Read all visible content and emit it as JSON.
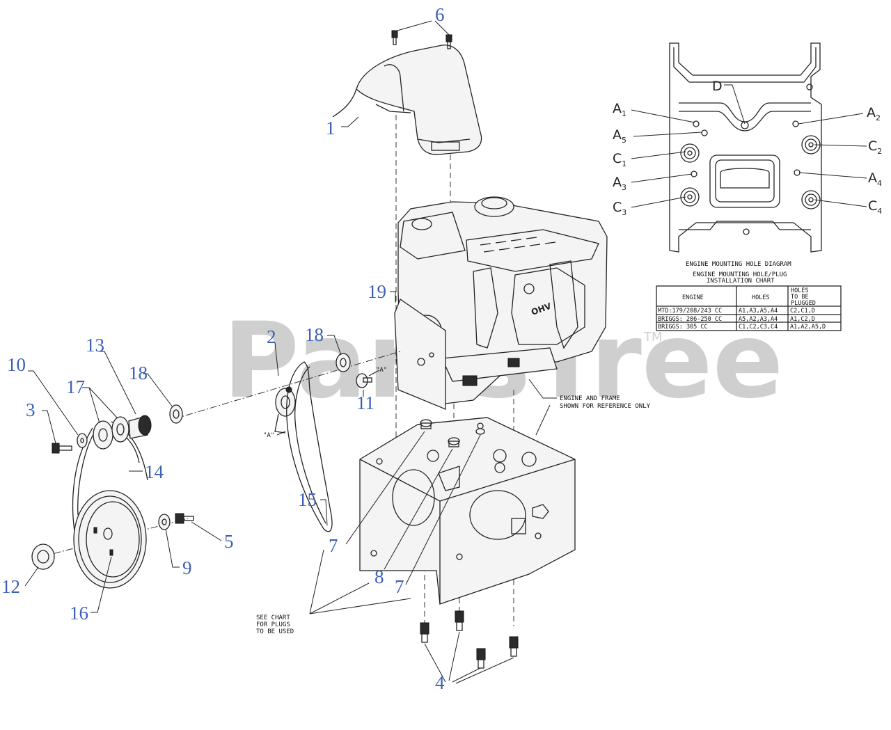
{
  "accent_color": "#3c5fb8",
  "watermark": {
    "text": "PartsTree",
    "tm": "TM",
    "color": "#c9c9c9"
  },
  "callouts": [
    {
      "id": "1",
      "text": "1"
    },
    {
      "id": "2",
      "text": "2"
    },
    {
      "id": "3",
      "text": "3"
    },
    {
      "id": "4",
      "text": "4"
    },
    {
      "id": "5",
      "text": "5"
    },
    {
      "id": "6",
      "text": "6"
    },
    {
      "id": "7a",
      "text": "7"
    },
    {
      "id": "7b",
      "text": "7"
    },
    {
      "id": "8",
      "text": "8"
    },
    {
      "id": "9",
      "text": "9"
    },
    {
      "id": "10",
      "text": "10"
    },
    {
      "id": "11",
      "text": "11"
    },
    {
      "id": "12",
      "text": "12"
    },
    {
      "id": "13",
      "text": "13"
    },
    {
      "id": "14",
      "text": "14"
    },
    {
      "id": "15",
      "text": "15"
    },
    {
      "id": "16",
      "text": "16"
    },
    {
      "id": "17",
      "text": "17"
    },
    {
      "id": "18a",
      "text": "18"
    },
    {
      "id": "18b",
      "text": "18"
    },
    {
      "id": "19",
      "text": "19"
    }
  ],
  "notes": {
    "ref_a1": "\"A\"",
    "ref_a2": "\"A\"",
    "engine_frame_line1": "ENGINE AND FRAME",
    "engine_frame_line2": "SHOWN FOR REFERENCE ONLY",
    "see_chart_line1": "SEE CHART",
    "see_chart_line2": "FOR PLUGS",
    "see_chart_line3": "TO BE USED",
    "engine_badge": "OHV"
  },
  "hole_diagram": {
    "title": "ENGINE MOUNTING HOLE DIAGRAM",
    "labels": [
      {
        "id": "D",
        "base": "D",
        "sub": ""
      },
      {
        "id": "A1",
        "base": "A",
        "sub": "1"
      },
      {
        "id": "A2",
        "base": "A",
        "sub": "2"
      },
      {
        "id": "A5",
        "base": "A",
        "sub": "5"
      },
      {
        "id": "C1",
        "base": "C",
        "sub": "1"
      },
      {
        "id": "C2",
        "base": "C",
        "sub": "2"
      },
      {
        "id": "A3",
        "base": "A",
        "sub": "3"
      },
      {
        "id": "A4",
        "base": "A",
        "sub": "4"
      },
      {
        "id": "C3",
        "base": "C",
        "sub": "3"
      },
      {
        "id": "C4",
        "base": "C",
        "sub": "4"
      }
    ]
  },
  "plug_chart": {
    "title_line1": "ENGINE MOUNTING HOLE/PLUG",
    "title_line2": "INSTALLATION CHART",
    "headers": [
      "ENGINE",
      "HOLES",
      "HOLES",
      "TO BE",
      "PLUGGED"
    ],
    "rows": [
      {
        "engine": "MTD:179/208/243 CC",
        "holes": "A1,A3,A5,A4",
        "plugged": "C2,C1,D"
      },
      {
        "engine": "BRIGGS: 206-250 CC",
        "holes": "A5,A2,A3,A4",
        "plugged": "A1,C2,D"
      },
      {
        "engine": "BRIGGS: 305 CC",
        "holes": "C1,C2,C3,C4",
        "plugged": "A1,A2,A5,D"
      }
    ]
  }
}
